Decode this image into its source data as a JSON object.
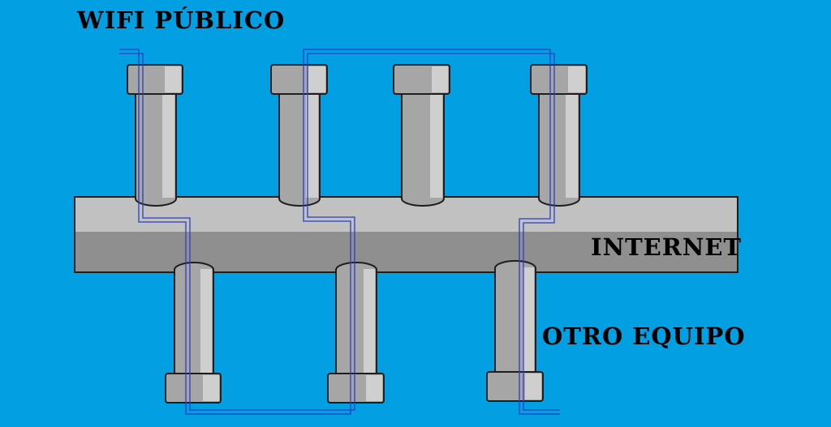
{
  "labels": {
    "wifi": "WIFI PÚBLICO",
    "internet": "INTERNET",
    "otro": "OTRO EQUIPO"
  },
  "colors": {
    "background": "#029fe3",
    "pipe_light": "#c1c1c1",
    "pipe_mid": "#a6a6a6",
    "pipe_dark": "#8f8f90",
    "pipe_highlight": "#cfcfcf",
    "outline": "#1e1e1e",
    "cable": "#2a3ec2"
  }
}
